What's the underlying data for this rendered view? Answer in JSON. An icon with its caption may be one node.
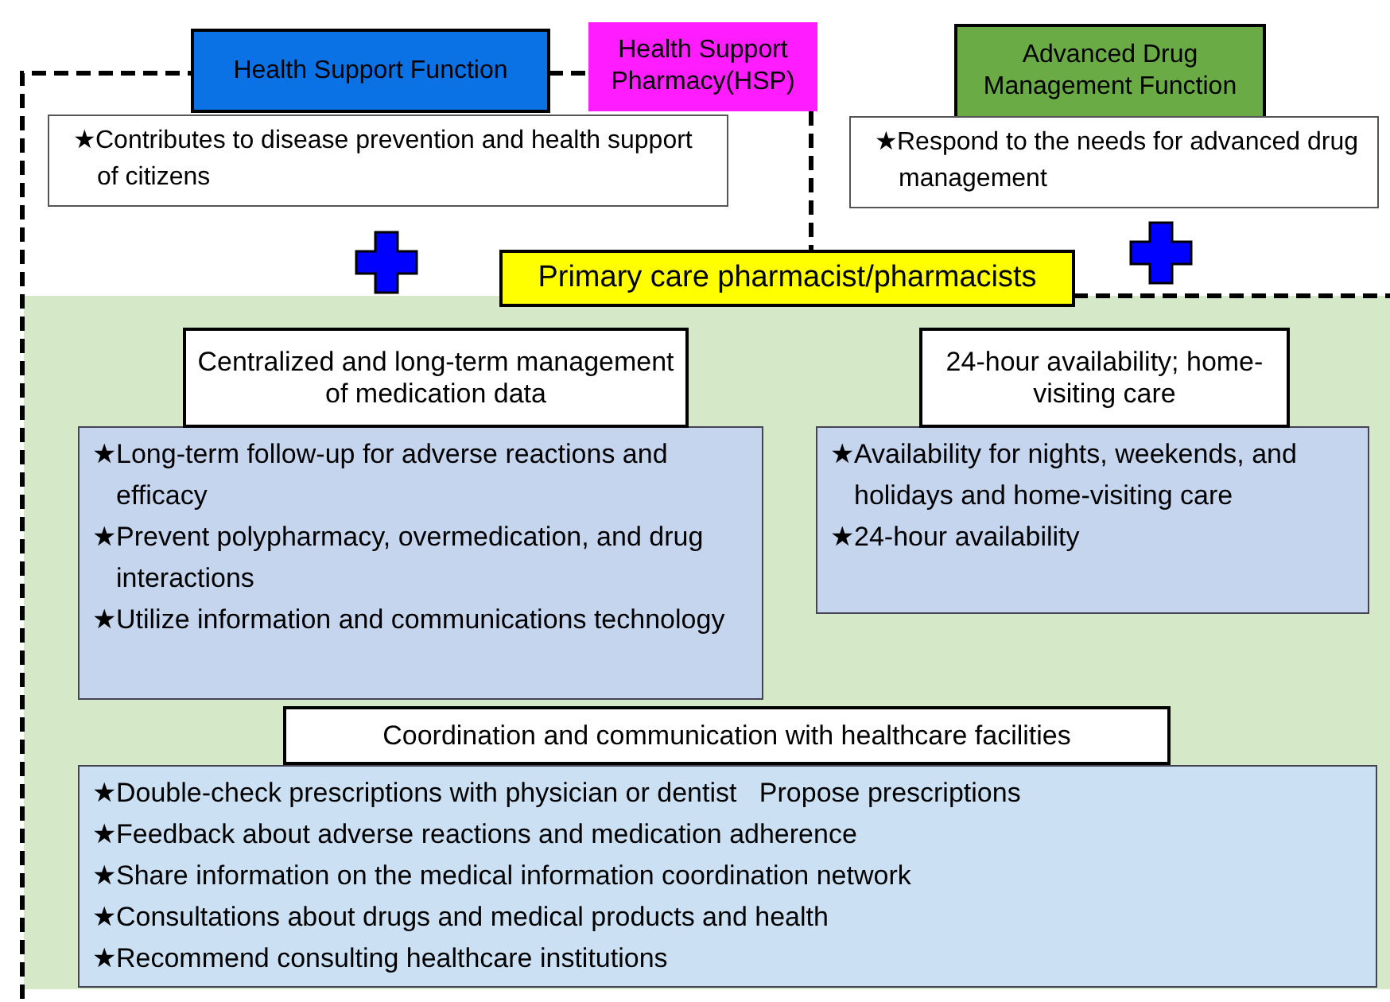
{
  "diagram": {
    "nodes": [
      {
        "text": [
          "Health Support Function"
        ]
      },
      {
        "text": [
          "Health Support Pharmacy(HSP)"
        ]
      },
      {
        "text": [
          "★Contributes to disease prevention and health support of citizens"
        ]
      },
      {
        "text": [
          "Advanced Drug Management Function"
        ]
      },
      {
        "text": [
          "★Respond to the needs for advanced drug management"
        ]
      },
      {
        "text": [
          "Primary care pharmacist/pharmacists"
        ]
      },
      {
        "text": [
          "Centralized and long-term management of medication data"
        ]
      },
      {
        "text": [
          "★Long-term follow-up for adverse reactions and efficacy",
          "★Prevent polypharmacy, overmedication, and drug interactions",
          "★Utilize information and communications technology"
        ]
      },
      {
        "text": [
          "24-hour availability; home-visiting care"
        ]
      },
      {
        "text": [
          "★Availability for nights, weekends, and holidays and home-visiting care",
          "★24-hour availability"
        ]
      },
      {
        "text": [
          "Coordination and communication with healthcare facilities"
        ]
      },
      {
        "text": [
          "★Double-check prescriptions with physician or dentist   Propose prescriptions",
          "★Feedback about adverse reactions and medication adherence",
          "★Share information on the medical information coordination network",
          "★Consultations about drugs and medical products and health",
          "★Recommend consulting healthcare institutions"
        ]
      }
    ]
  }
}
